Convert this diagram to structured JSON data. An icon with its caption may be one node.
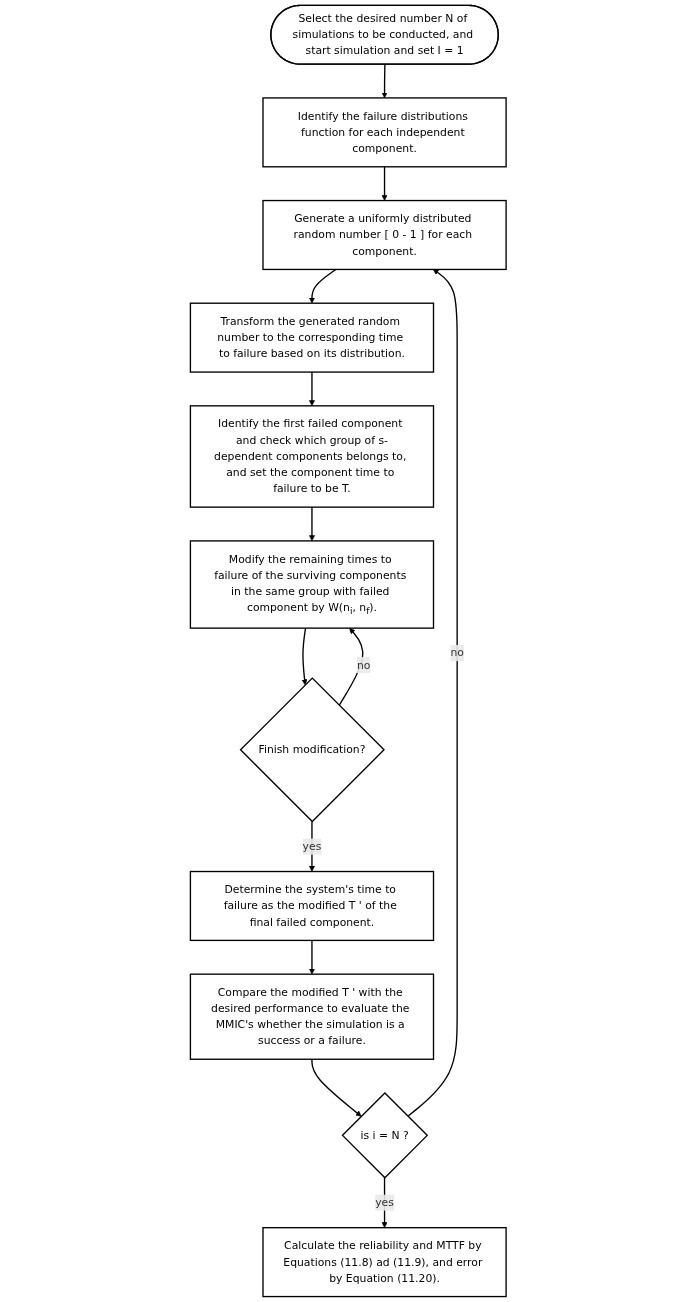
{
  "diagram": {
    "nodes": [
      {
        "text": [
          "Select the desired number N of simulations to be conducted, and start simulation and set I = 1"
        ]
      },
      {
        "text": [
          "Identify the failure distributions function for each independent component."
        ]
      },
      {
        "text": [
          "Generate a uniformly distributed random number [ 0 - 1 ] for each component."
        ]
      },
      {
        "text": [
          "Transform the generated random number to the corresponding time to failure based on its distribution."
        ]
      },
      {
        "text": [
          "Identify the first failed component and check which group of s-dependent components belongs to, and set the component time to failure to be T."
        ]
      },
      {
        "text": [
          "Modify the remaining times to failure of the surviving components in the same group with failed component by W(n$_{i}$, n$_{f}$)."
        ]
      },
      {
        "text": [
          "Finish modification?"
        ]
      },
      {
        "text": [
          "Determine the system's time to failure as the modified T ' of the final failed component."
        ]
      },
      {
        "text": [
          "Compare the modified T ' with the desired performance to evaluate the MMIC's whether the simulation is a success or a failure."
        ]
      },
      {
        "text": [
          "is i = N ?"
        ]
      },
      {
        "text": [
          "Calculate the reliability and MTTF by Equations (11.8) ad (11.9), and error by Equation (11.20)."
        ]
      }
    ],
    "edges": [
      {
        "from": 0,
        "to": 1,
        "arrow": "to"
      },
      {
        "from": 1,
        "to": 2,
        "arrow": "to"
      },
      {
        "from": 2,
        "to": 3,
        "arrow": "to"
      },
      {
        "from": 3,
        "to": 4,
        "arrow": "to"
      },
      {
        "from": 4,
        "to": 5,
        "arrow": "to"
      },
      {
        "from": 5,
        "to": 6,
        "arrow": "to"
      },
      {
        "from": 6,
        "to": 5,
        "arrow": "to",
        "label": "no"
      },
      {
        "from": 6,
        "to": 7,
        "arrow": "to",
        "label": "yes"
      },
      {
        "from": 7,
        "to": 8,
        "arrow": "to"
      },
      {
        "from": 8,
        "to": 9,
        "arrow": "to"
      },
      {
        "from": 9,
        "to": 2,
        "arrow": "to",
        "label": "no"
      },
      {
        "from": 9,
        "to": 10,
        "arrow": "to",
        "label": "yes"
      }
    ]
  }
}
